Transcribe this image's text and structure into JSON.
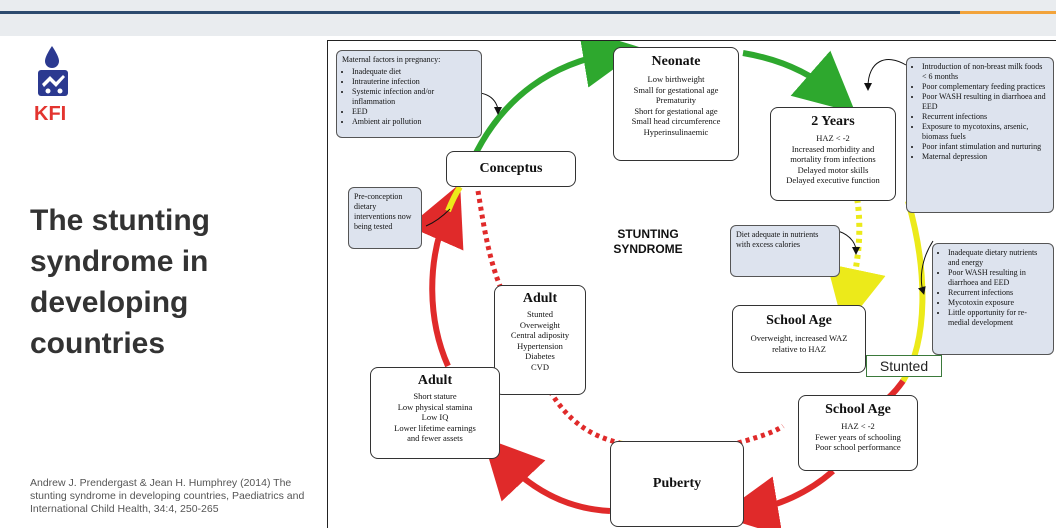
{
  "slide": {
    "logo_text": "KFI",
    "title": "The stunting syndrome in developing countries",
    "citation": "Andrew J. Prendergast & Jean H. Humphrey (2014) The stunting syndrome in developing countries, Paediatrics and International Child Health, 34:4, 250-265"
  },
  "diagram": {
    "center": "STUNTING\nSYNDROME",
    "stunted_tag": "Stunted",
    "stages": {
      "neonate": {
        "title": "Neonate",
        "lines": [
          "Low birthweight",
          "Small for gestational age",
          "Prematurity",
          "Short for gestational age",
          "Small head circumference",
          "Hyperinsulinaemic"
        ]
      },
      "two_years": {
        "title": "2 Years",
        "lines": [
          "HAZ < -2",
          "Increased morbidity and",
          "mortality from infections",
          "Delayed motor skills",
          "Delayed executive function"
        ]
      },
      "conceptus": {
        "title": "Conceptus"
      },
      "adult_inner": {
        "title": "Adult",
        "lines": [
          "Stunted",
          "Overweight",
          "Central adiposity",
          "Hypertension",
          "Diabetes",
          "CVD"
        ]
      },
      "school_age_1": {
        "title": "School Age",
        "lines": [
          "Overweight, increased WAZ",
          "relative to HAZ"
        ]
      },
      "adult_outer": {
        "title": "Adult",
        "lines": [
          "Short stature",
          "Low physical stamina",
          "Low IQ",
          "Lower lifetime earnings",
          "and fewer assets"
        ]
      },
      "school_age_2": {
        "title": "School Age",
        "lines": [
          "HAZ < -2",
          "Fewer years of schooling",
          "Poor school performance"
        ]
      },
      "puberty": {
        "title": "Puberty"
      }
    },
    "notes": {
      "maternal": {
        "heading": "Maternal factors in pregnancy:",
        "items": [
          "Inadequate diet",
          "Intrauterine infection",
          "Systemic infection and/or inflammation",
          "EED",
          "Ambient air pollution"
        ]
      },
      "preconception": {
        "text": "Pre-conception dietary interventions now being tested"
      },
      "infant": {
        "items": [
          "Introduction of non-breast milk foods < 6 months",
          "Poor complementary feeding practices",
          "Poor WASH resulting in diarrhoea and EED",
          "Recurrent infections",
          "Exposure to mycotoxins, arsenic, biomass fuels",
          "Poor infant stimulation and nurturing",
          "Maternal depression"
        ]
      },
      "diet": {
        "text": "Diet adequate in nutrients with excess calories"
      },
      "school": {
        "items": [
          "Inadequate dietary nutrients and energy",
          "Poor WASH resulting in diarrhoea and EED",
          "Recurrent infections",
          "Mycotoxin exposure",
          "Little opportunity for re-medial development"
        ]
      }
    },
    "colors": {
      "green": "#2ea82e",
      "yellow": "#ecea1a",
      "red": "#e02a2a",
      "note_fill": "#dde3ee",
      "title_text": "#333333"
    }
  }
}
